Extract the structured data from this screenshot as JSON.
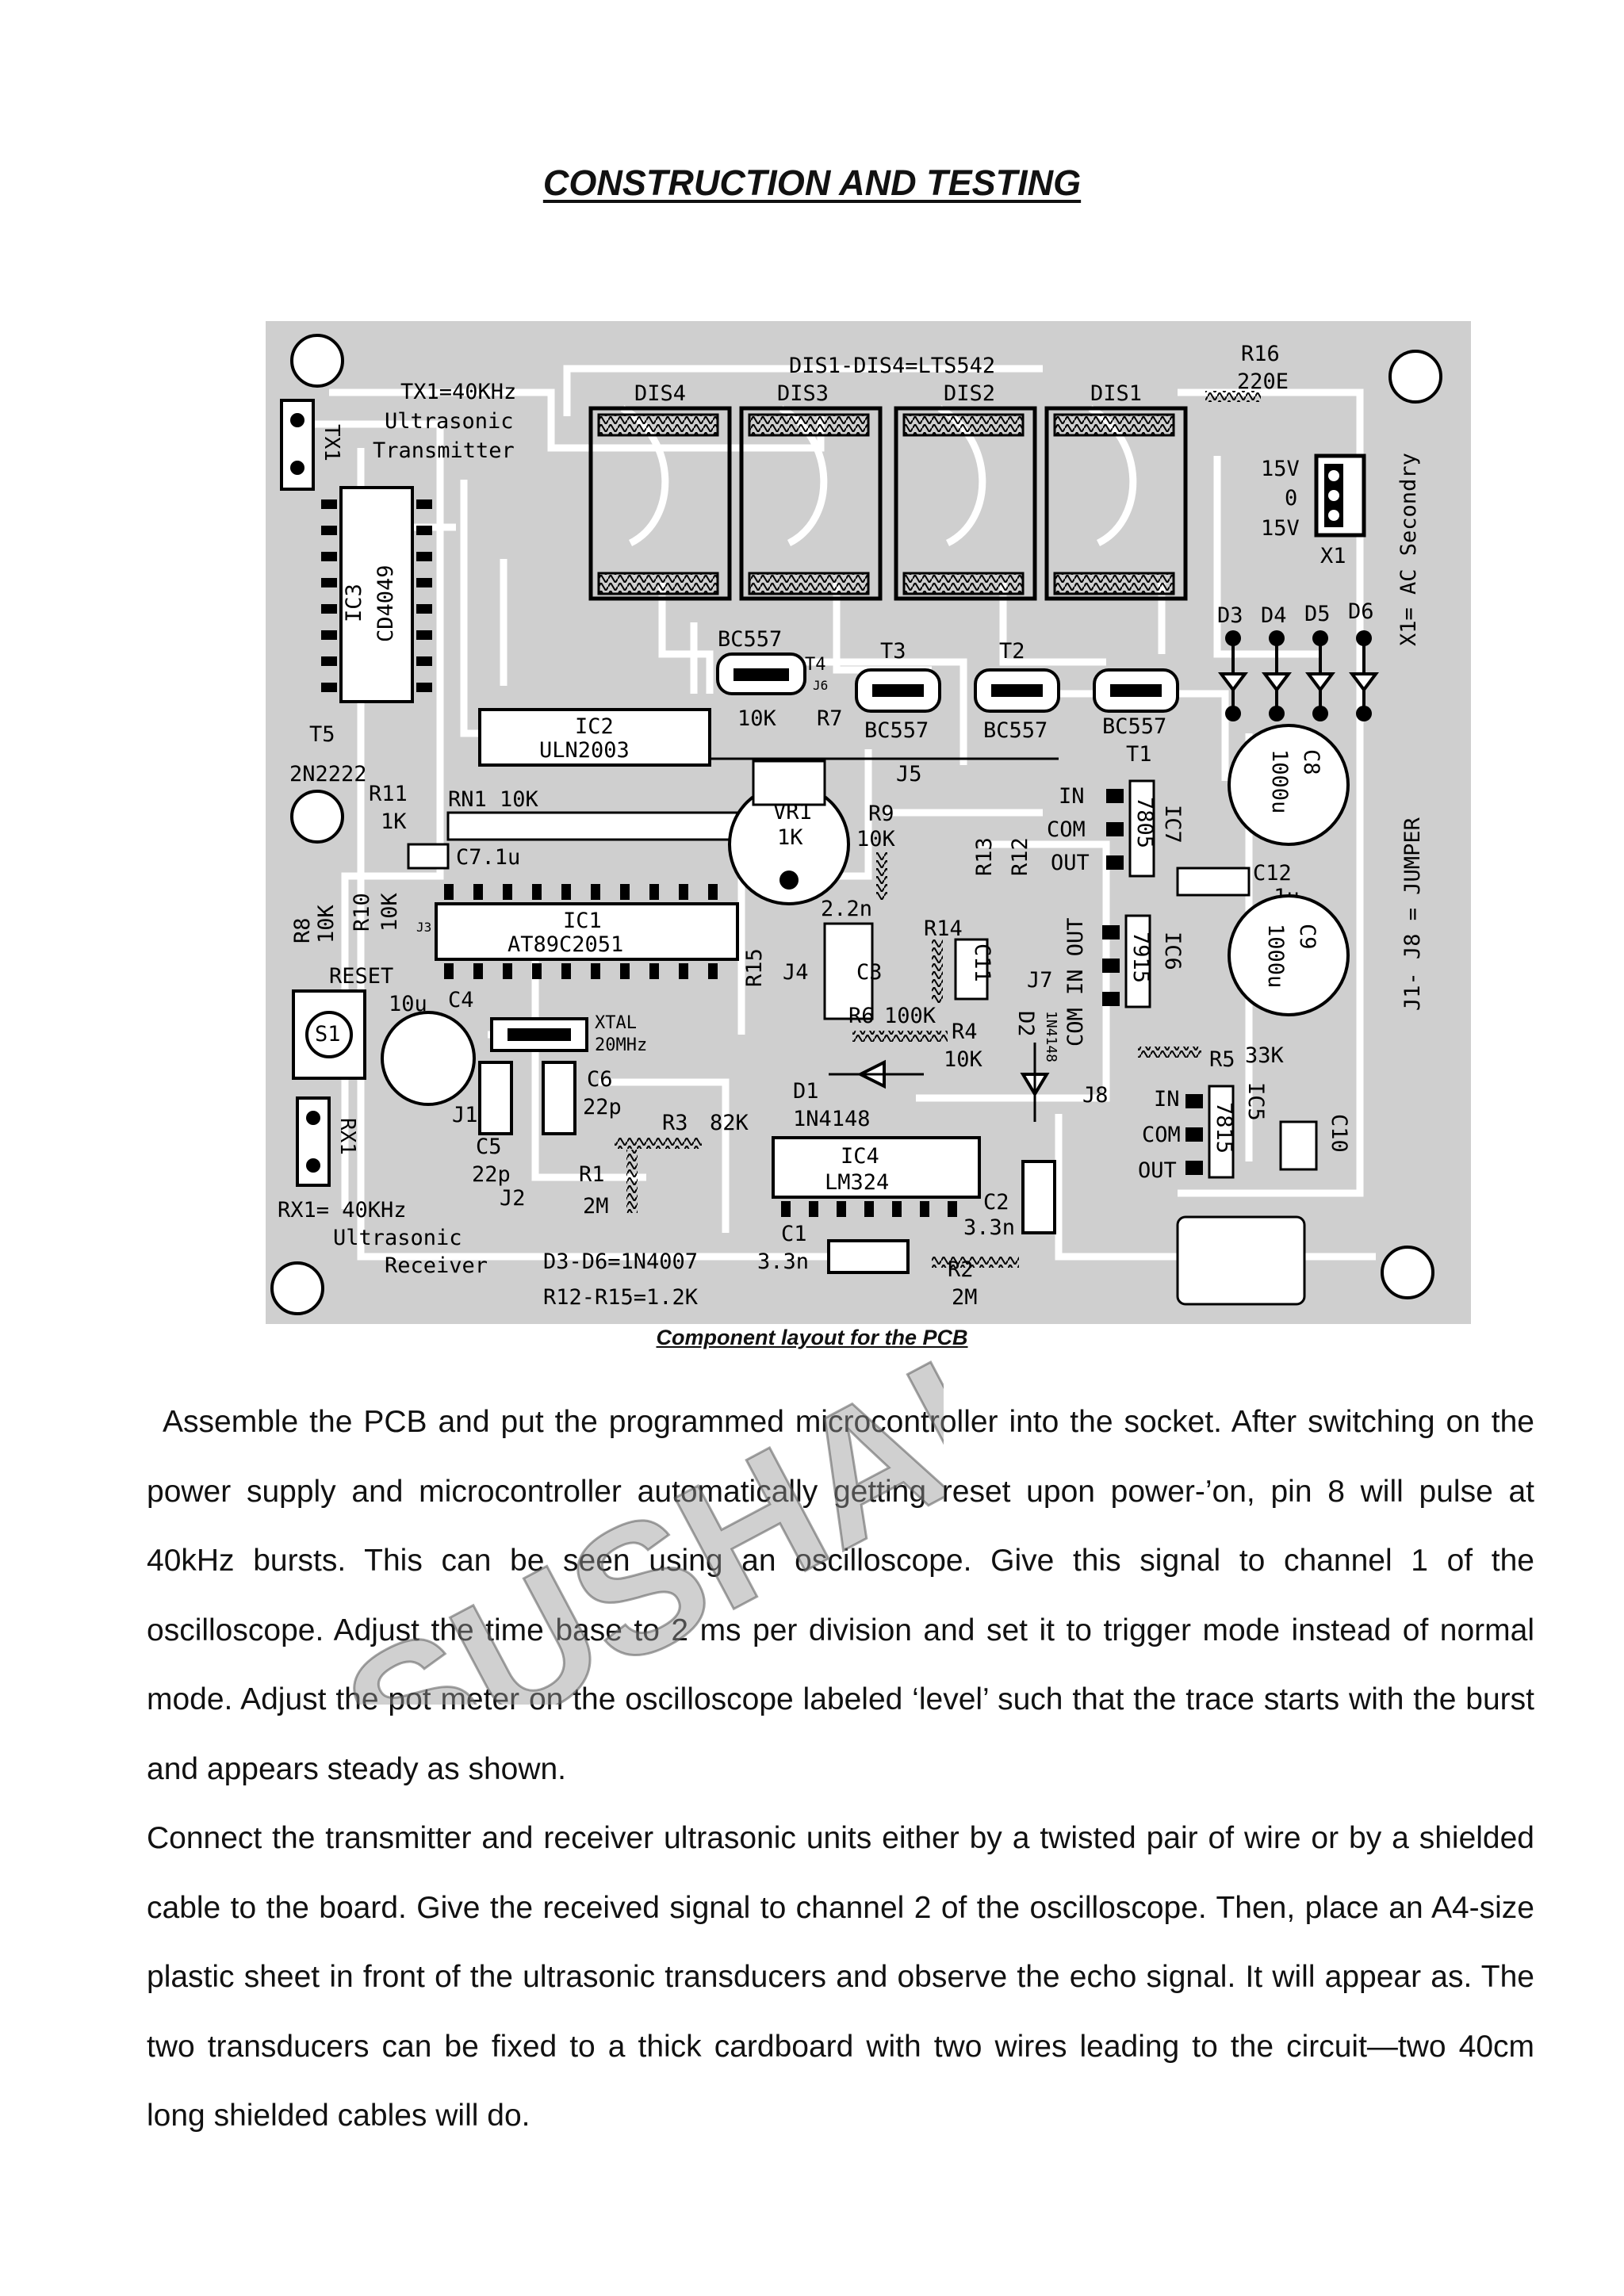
{
  "heading": "CONSTRUCTION AND TESTING",
  "figure": {
    "caption": "Component layout for the PCB",
    "labels": {
      "tx1_spec": "TX1=40KHz",
      "tx1_desc1": "Ultrasonic",
      "tx1_desc2": "Transmitter",
      "tx1": "TX1",
      "dis_note": "DIS1-DIS4=LTS542",
      "dis4": "DIS4",
      "dis3": "DIS3",
      "dis2": "DIS2",
      "dis1": "DIS1",
      "r16": "R16",
      "r16_val": "220E",
      "ac_sec": "X1= AC Secondry",
      "v15a": "15V",
      "v0": "0",
      "v15b": "15V",
      "x1": "X1",
      "ic3": "IC3",
      "ic3_part": "CD4049",
      "t5": "T5",
      "t5_part": "2N2222",
      "bc557_t4": "BC557",
      "t4": "T4",
      "j6": "J6",
      "r7": "R7",
      "r7_val": "10K",
      "t3": "T3",
      "t3_part": "BC557",
      "t2": "T2",
      "t2_part": "BC557",
      "t1": "T1",
      "t1_part": "BC557",
      "d3": "D3",
      "d4": "D4",
      "d5": "D5",
      "d6": "D6",
      "ic2": "IC2",
      "ic2_part": "ULN2003",
      "j5": "J5",
      "jumper": "J1- J8 = JUMPER",
      "r11": "R11",
      "r11_val": "1K",
      "rn1": "RN1 10K",
      "vr1": "VR1",
      "vr1_val": "1K",
      "c8": "C8",
      "c8_val": "1000u",
      "in1": "IN",
      "com1": "COM",
      "out1": "OUT",
      "ic7": "IC7",
      "ic7_part": "7805",
      "c7": "C7.1u",
      "r9": "R9",
      "r9_val": "10K",
      "r13": "R13",
      "r12": "R12",
      "c12": "C12",
      "c12_val": ".1u",
      "r8": "R8",
      "r8_val": "10K",
      "r10": "R10",
      "r10_val": "10K",
      "j3": "J3",
      "ic1": "IC1",
      "ic1_part": "AT89C2051",
      "c3_val": "2.2n",
      "r14": "R14",
      "c11": "C11",
      "ic6": "IC6",
      "ic6_part": "7915",
      "com_in_out": "COM IN OUT",
      "c9": "C9",
      "c9_val": "1000u",
      "reset": "RESET",
      "c4": "C4",
      "c4_val": "10u",
      "s1": "S1",
      "r15": "R15",
      "j4": "J4",
      "c3": "C3",
      "xtal": "XTAL",
      "xtal_val": "20MHz",
      "r6": "R6",
      "r6_val": "100K",
      "r4": "R4",
      "r4_val": "10K",
      "d2": "D2",
      "d2_part": "1N4148",
      "j7": "J7",
      "r5": "R5",
      "r5_val": "33K",
      "c6": "C6",
      "c6_val": "22p",
      "d1": "D1",
      "d1_part": "1N4148",
      "j8": "J8",
      "in2": "IN",
      "com2": "COM",
      "out2": "OUT",
      "ic5": "IC5",
      "ic5_part": "7815",
      "c10": "C10",
      "rx1": "RX1",
      "j1": "J1",
      "c5": "C5",
      "c5_val": "22p",
      "r3": "R3",
      "r3_val": "82K",
      "ic4": "IC4",
      "ic4_part": "LM324",
      "r1": "R1",
      "r1_val": "2M",
      "rx1_spec": "RX1= 40KHz",
      "rx1_desc1": "Ultrasonic",
      "rx1_desc2": "Receiver",
      "j2": "J2",
      "c2": "C2",
      "c2_val": "3.3n",
      "c1": "C1",
      "c1_val": "3.3n",
      "r2": "R2",
      "r2_val": "2M",
      "diode_note": "D3-D6=1N4007",
      "res_note": "R12-R15=1.2K"
    }
  },
  "watermark": "SUSHAI",
  "paragraphs": [
    "Assemble the PCB and put the programmed microcontroller into the socket. After switching on the power supply and microcontroller automatically getting reset upon power-’on, pin 8 will pulse at 40kHz bursts. This can be seen using an oscilloscope. Give this signal to channel 1 of the oscilloscope. Adjust the time base to 2 ms per division and set it to trigger mode instead of normal mode. Adjust the pot meter on the oscilloscope labeled ‘level’ such that the trace starts with the burst and appears steady as shown.",
    "Connect the transmitter and receiver ultrasonic units either by a twisted pair of wire or by a shielded cable to the board. Give the received signal to channel 2 of the oscilloscope. Then, place an A4-size plastic sheet in front of the ultrasonic transducers and observe the echo signal. It will appear as. The two transducers can be fixed to a thick cardboard with two wires leading to the circuit—two 40cm long shielded cables will do."
  ]
}
